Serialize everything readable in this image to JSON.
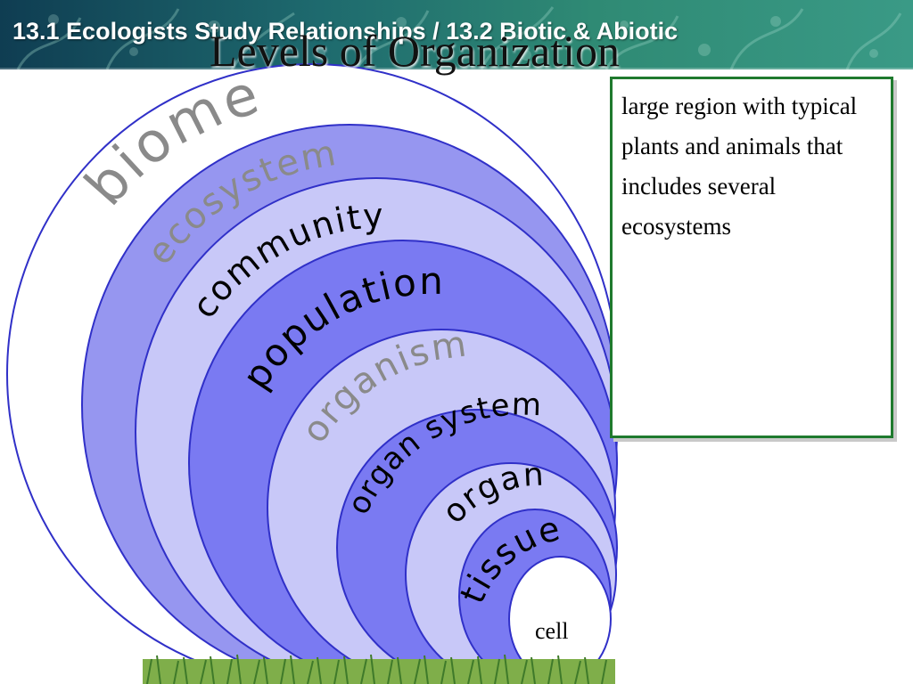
{
  "header": {
    "title": "13.1 Ecologists Study Relationships / 13.2 Biotic & Abiotic"
  },
  "slide": {
    "title": "Levels of Organization"
  },
  "diagram": {
    "levels": [
      {
        "id": "biome",
        "label": "biome"
      },
      {
        "id": "ecosystem",
        "label": "ecosystem"
      },
      {
        "id": "community",
        "label": "community"
      },
      {
        "id": "population",
        "label": "population"
      },
      {
        "id": "organism",
        "label": "organism"
      },
      {
        "id": "organ-system",
        "label": "organ system"
      },
      {
        "id": "organ",
        "label": "organ"
      },
      {
        "id": "tissue",
        "label": "tissue"
      },
      {
        "id": "cell",
        "label": "cell"
      }
    ],
    "colors": {
      "outline": "#3030c8",
      "light": "#c8c8f8",
      "medium": "#9696f0",
      "strong": "#7a7af2",
      "label_dark": "#000000",
      "label_gray": "#8a8a8a"
    }
  },
  "definition": {
    "text": "large region with typical plants and animals that includes several ecosystems",
    "border_color": "#1f7a2e"
  }
}
